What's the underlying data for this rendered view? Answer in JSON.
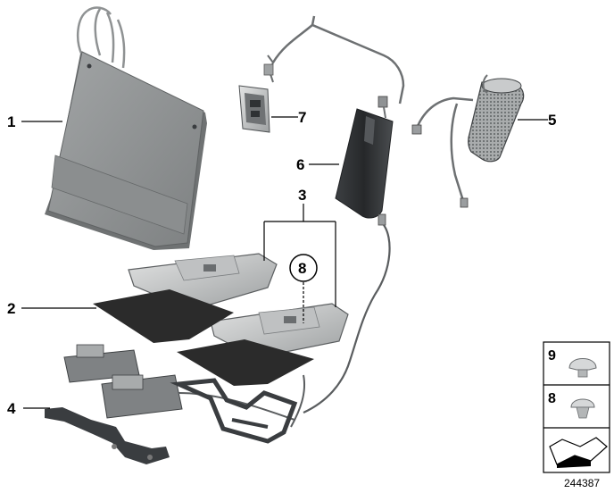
{
  "callouts": {
    "c1": "1",
    "c2": "2",
    "c3": "3",
    "c4": "4",
    "c5": "5",
    "c6": "6",
    "c7": "7",
    "c8": "8"
  },
  "legend": {
    "item_9": "9",
    "item_8": "8"
  },
  "diagram_id": "244387",
  "colors": {
    "panel": "#8a8d8d",
    "panel_light": "#b8bbbb",
    "mat": "#2b2b2b",
    "metal": "#9c9fa0",
    "metal_light": "#d4d6d6",
    "dark": "#3a3d40"
  }
}
